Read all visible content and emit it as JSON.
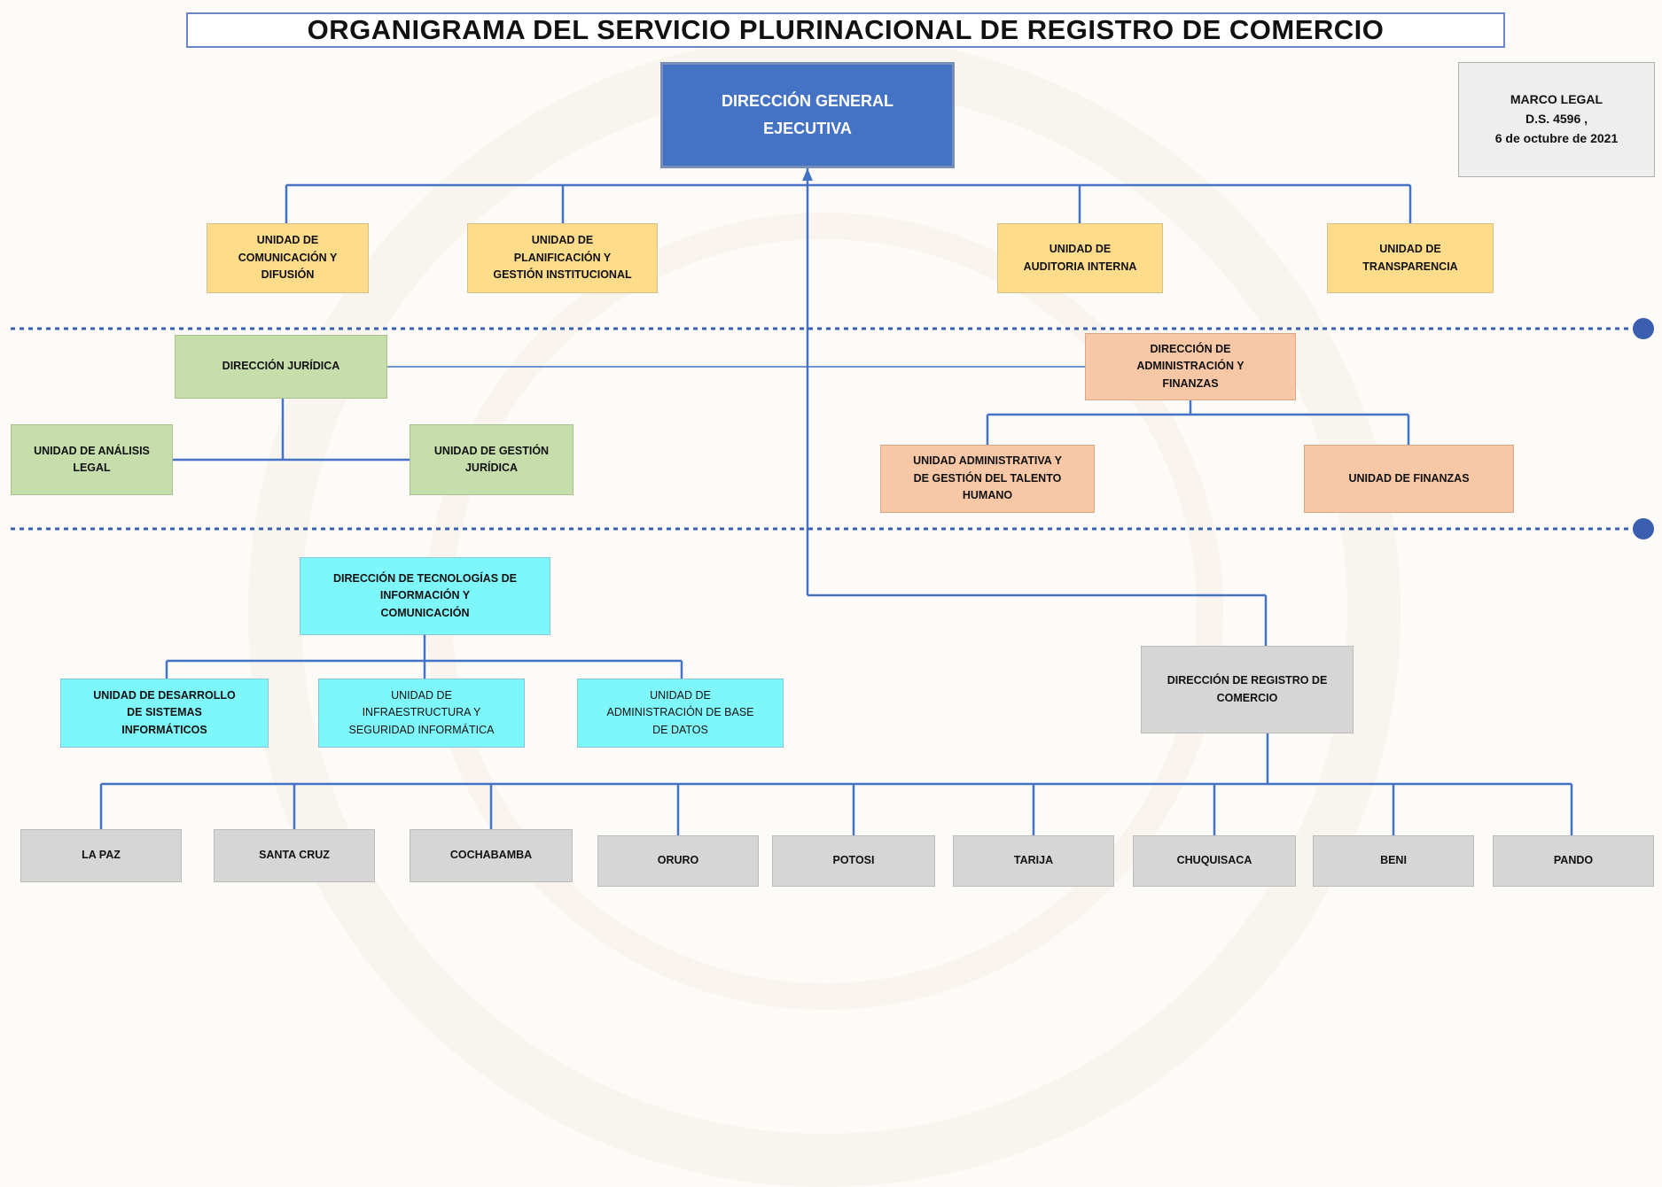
{
  "title": "ORGANIGRAMA DEL SERVICIO PLURINACIONAL DE REGISTRO DE COMERCIO",
  "legal_note": "MARCO LEGAL\nD.S. 4596 ,\n6 de octubre de 2021",
  "director_general": "DIRECCIÓN GENERAL\nEJECUTIVA",
  "staff_units": {
    "comunicacion": "UNIDAD DE\nCOMUNICACIÓN Y\nDIFUSIÓN",
    "planificacion": "UNIDAD DE\nPLANIFICACIÓN Y\nGESTIÓN INSTITUCIONAL",
    "auditoria": "UNIDAD DE\nAUDITORIA INTERNA",
    "transparencia": "UNIDAD DE\nTRANSPARENCIA"
  },
  "juridica": {
    "title": "DIRECCIÓN JURÍDICA",
    "analisis": "UNIDAD DE ANÁLISIS\nLEGAL",
    "gestion": "UNIDAD DE GESTIÓN\nJURÍDICA"
  },
  "administracion": {
    "title": "DIRECCIÓN DE\nADMINISTRACIÓN Y\nFINANZAS",
    "talento": "UNIDAD ADMINISTRATIVA Y\nDE GESTIÓN DEL TALENTO\nHUMANO",
    "finanzas": "UNIDAD DE FINANZAS"
  },
  "tecnologias": {
    "title": "DIRECCIÓN DE TECNOLOGÍAS DE\nINFORMACIÓN Y\nCOMUNICACIÓN",
    "desarrollo": "UNIDAD DE DESARROLLO\nDE SISTEMAS\nINFORMÁTICOS",
    "infraestructura": "UNIDAD DE\nINFRAESTRUCTURA Y\nSEGURIDAD INFORMÁTICA",
    "base_datos": "UNIDAD DE\nADMINISTRACIÓN DE BASE\nDE DATOS"
  },
  "registro": {
    "title": "DIRECCIÓN DE REGISTRO DE\nCOMERCIO",
    "departments": [
      "LA PAZ",
      "SANTA CRUZ",
      "COCHABAMBA",
      "ORURO",
      "POTOSI",
      "TARIJA",
      "CHUQUISACA",
      "BENI",
      "PANDO"
    ]
  },
  "colors": {
    "line": "#4472c4",
    "dotted_line": "#3a5fb0",
    "director": "#4472c4",
    "staff": "#ffdc8a",
    "juridica": "#c6deac",
    "administracion": "#f8c8a6",
    "tecnologias": "#7ef7fb",
    "registro": "#d6d6d6"
  }
}
